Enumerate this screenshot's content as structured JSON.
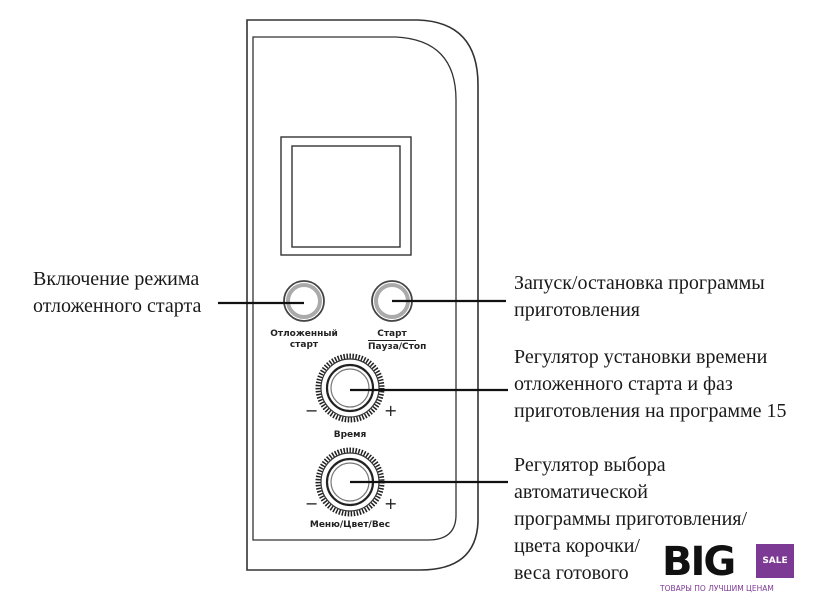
{
  "panel": {
    "controls": {
      "delayed_start_line1": "Отложенный",
      "delayed_start_line2": "старт",
      "start_line1": "Старт",
      "start_line2": "Пауза/Стоп",
      "time_knob_label": "Время",
      "menu_knob_label": "Меню/Цвет/Вес",
      "minus": "−",
      "plus": "+"
    }
  },
  "callouts": {
    "delayed_start": [
      "Включение режима",
      "отложенного старта"
    ],
    "start_stop": [
      "Запуск/остановка программы",
      "приготовления"
    ],
    "time_regulator": [
      "Регулятор установки времени",
      "отложенного старта и фаз",
      "приготовления на программе 15"
    ],
    "program_regulator": [
      "Регулятор выбора",
      "автоматической",
      "программы приготовления/",
      "цвета корочки/",
      "веса готового"
    ]
  },
  "watermark": {
    "brand": "BIG",
    "badge": "SALE",
    "tagline": "ТОВАРЫ ПО ЛУЧШИМ ЦЕНАМ",
    "brand_color": "#111111",
    "accent_color": "#7d3a94"
  }
}
